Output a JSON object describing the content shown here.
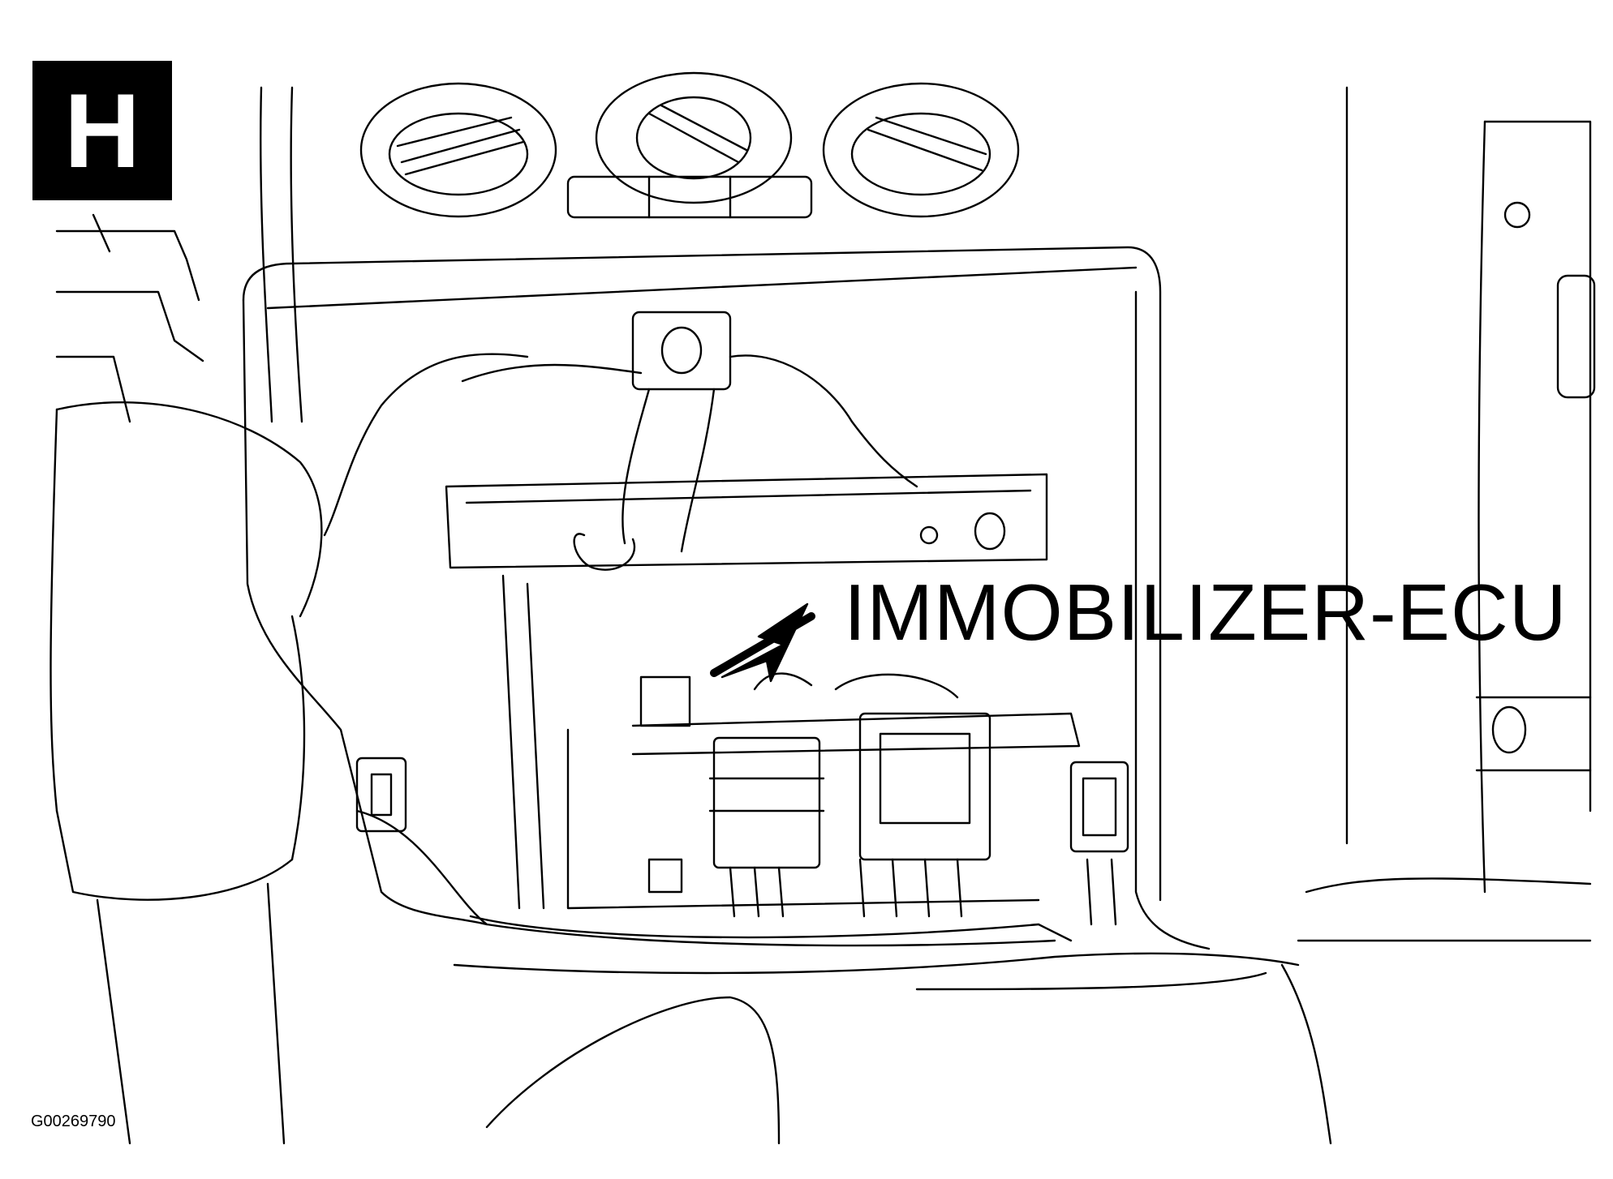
{
  "view_badge": {
    "letter": "H"
  },
  "callout": {
    "label": "IMMOBILIZER-ECU"
  },
  "figure_id": "G00269790",
  "colors": {
    "ink": "#000000",
    "paper": "#ffffff"
  }
}
